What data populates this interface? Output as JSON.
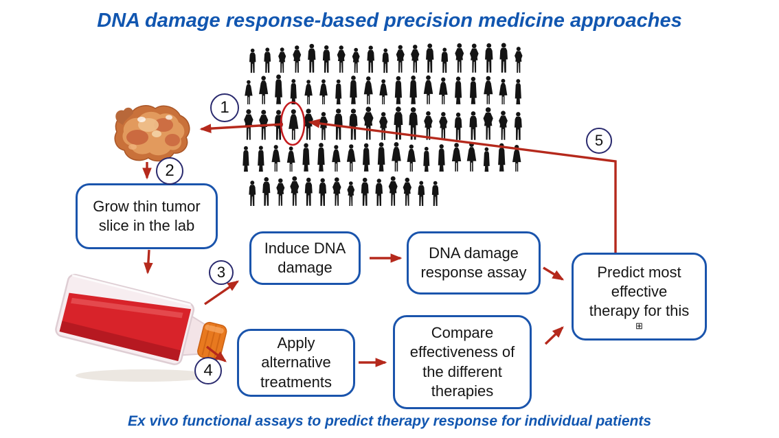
{
  "title": "DNA damage response-based precision medicine approaches",
  "caption": "Ex vivo functional assays to predict therapy response for individual patients",
  "colors": {
    "heading_blue": "#1156b0",
    "box_border_blue": "#1a54ac",
    "arrow_red": "#b5291c",
    "highlight_ellipse_red": "#c41b1e",
    "circle_border_navy": "#2a2a6e",
    "silhouette_black": "#141414",
    "flask_liquid_red": "#d8232a",
    "flask_cap_orange": "#e8791f"
  },
  "steps": {
    "s1": "1",
    "s2": "2",
    "s3": "3",
    "s4": "4",
    "s5": "5"
  },
  "boxes": {
    "grow": {
      "label": "Grow thin tumor slice in the lab"
    },
    "induce": {
      "label": "Induce DNA damage"
    },
    "assay": {
      "label": "DNA damage response assay"
    },
    "apply": {
      "label": "Apply alternative treatments"
    },
    "compare": {
      "label": "Compare effectiveness of the different therapies"
    },
    "predict": {
      "label": "Predict most effective therapy for this",
      "missing_glyph": "⊞"
    }
  },
  "icons": {
    "crowd": "crowd-of-people-silhouettes",
    "tumor": "tumor-tissue-photo",
    "flask": "cell-culture-flask-photo",
    "patient_highlight": "red-ellipse-around-selected-patient"
  }
}
